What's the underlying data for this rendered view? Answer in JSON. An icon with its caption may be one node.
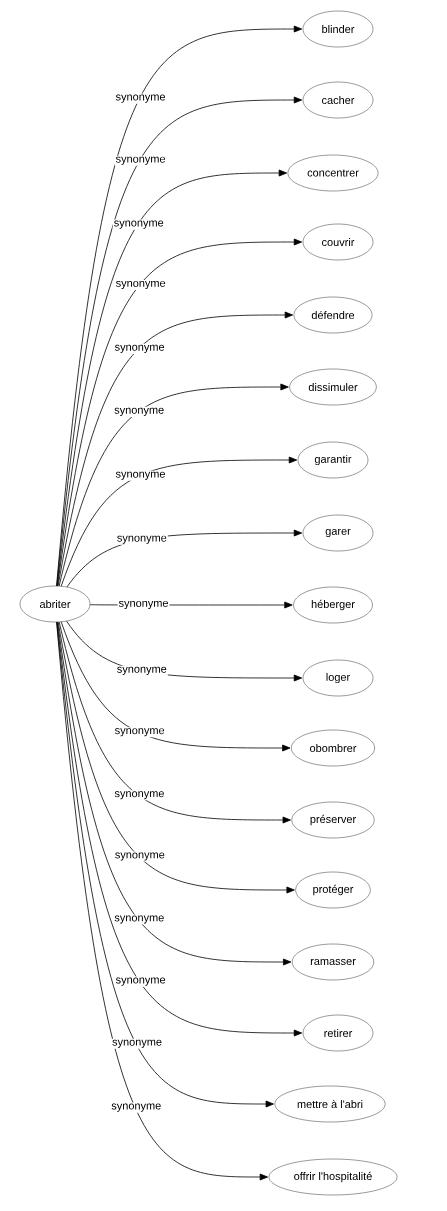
{
  "diagram": {
    "nodes": [
      {
        "text": [
          "abriter"
        ]
      },
      {
        "text": [
          "blinder"
        ]
      },
      {
        "text": [
          "cacher"
        ]
      },
      {
        "text": [
          "concentrer"
        ]
      },
      {
        "text": [
          "couvrir"
        ]
      },
      {
        "text": [
          "défendre"
        ]
      },
      {
        "text": [
          "dissimuler"
        ]
      },
      {
        "text": [
          "garantir"
        ]
      },
      {
        "text": [
          "garer"
        ]
      },
      {
        "text": [
          "héberger"
        ]
      },
      {
        "text": [
          "loger"
        ]
      },
      {
        "text": [
          "obombrer"
        ]
      },
      {
        "text": [
          "préserver"
        ]
      },
      {
        "text": [
          "protéger"
        ]
      },
      {
        "text": [
          "ramasser"
        ]
      },
      {
        "text": [
          "retirer"
        ]
      },
      {
        "text": [
          "mettre à l'abri"
        ]
      },
      {
        "text": [
          "offrir l'hospitalité"
        ]
      }
    ],
    "edges": [
      {
        "from": 0,
        "to": 1,
        "arrow": "to",
        "label": "synonyme"
      },
      {
        "from": 0,
        "to": 2,
        "arrow": "to",
        "label": "synonyme"
      },
      {
        "from": 0,
        "to": 3,
        "arrow": "to",
        "label": "synonyme"
      },
      {
        "from": 0,
        "to": 4,
        "arrow": "to",
        "label": "synonyme"
      },
      {
        "from": 0,
        "to": 5,
        "arrow": "to",
        "label": "synonyme"
      },
      {
        "from": 0,
        "to": 6,
        "arrow": "to",
        "label": "synonyme"
      },
      {
        "from": 0,
        "to": 7,
        "arrow": "to",
        "label": "synonyme"
      },
      {
        "from": 0,
        "to": 8,
        "arrow": "to",
        "label": "synonyme"
      },
      {
        "from": 0,
        "to": 9,
        "arrow": "to",
        "label": "synonyme"
      },
      {
        "from": 0,
        "to": 10,
        "arrow": "to",
        "label": "synonyme"
      },
      {
        "from": 0,
        "to": 11,
        "arrow": "to",
        "label": "synonyme"
      },
      {
        "from": 0,
        "to": 12,
        "arrow": "to",
        "label": "synonyme"
      },
      {
        "from": 0,
        "to": 13,
        "arrow": "to",
        "label": "synonyme"
      },
      {
        "from": 0,
        "to": 14,
        "arrow": "to",
        "label": "synonyme"
      },
      {
        "from": 0,
        "to": 15,
        "arrow": "to",
        "label": "synonyme"
      },
      {
        "from": 0,
        "to": 16,
        "arrow": "to",
        "label": "synonyme"
      },
      {
        "from": 0,
        "to": 17,
        "arrow": "to",
        "label": "synonyme"
      }
    ]
  }
}
